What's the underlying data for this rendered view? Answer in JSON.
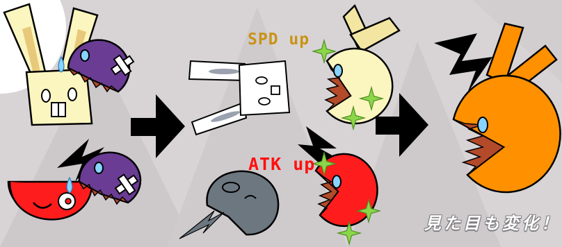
{
  "labels": {
    "speed_up": "SPD up",
    "attack_up": "ATK up",
    "caption": "見た目も変化！"
  },
  "colors": {
    "background": "#d8d4d6",
    "rabbit_body": "#fbf5bf",
    "rabbit_ears": "#f2e6a2",
    "monster_purple": "#6a3c94",
    "monster_red": "#ff1c1c",
    "ghost_gray": "#6c7780",
    "evolved_orange": "#ff9000",
    "sparkle_green": "#8bd64a",
    "spd_label": "#c99316",
    "atk_label": "#ff1010",
    "water_drop": "#88d4ff"
  },
  "icons": [
    "rabbit-box-icon",
    "purple-chomper-icon",
    "red-chomper-icon",
    "arrow-right-icon",
    "collapsed-rabbit-icon",
    "gray-chomper-icon",
    "yellow-chomper-icon",
    "lightning-icon",
    "sparkle-icon",
    "orange-chomper-icon"
  ]
}
